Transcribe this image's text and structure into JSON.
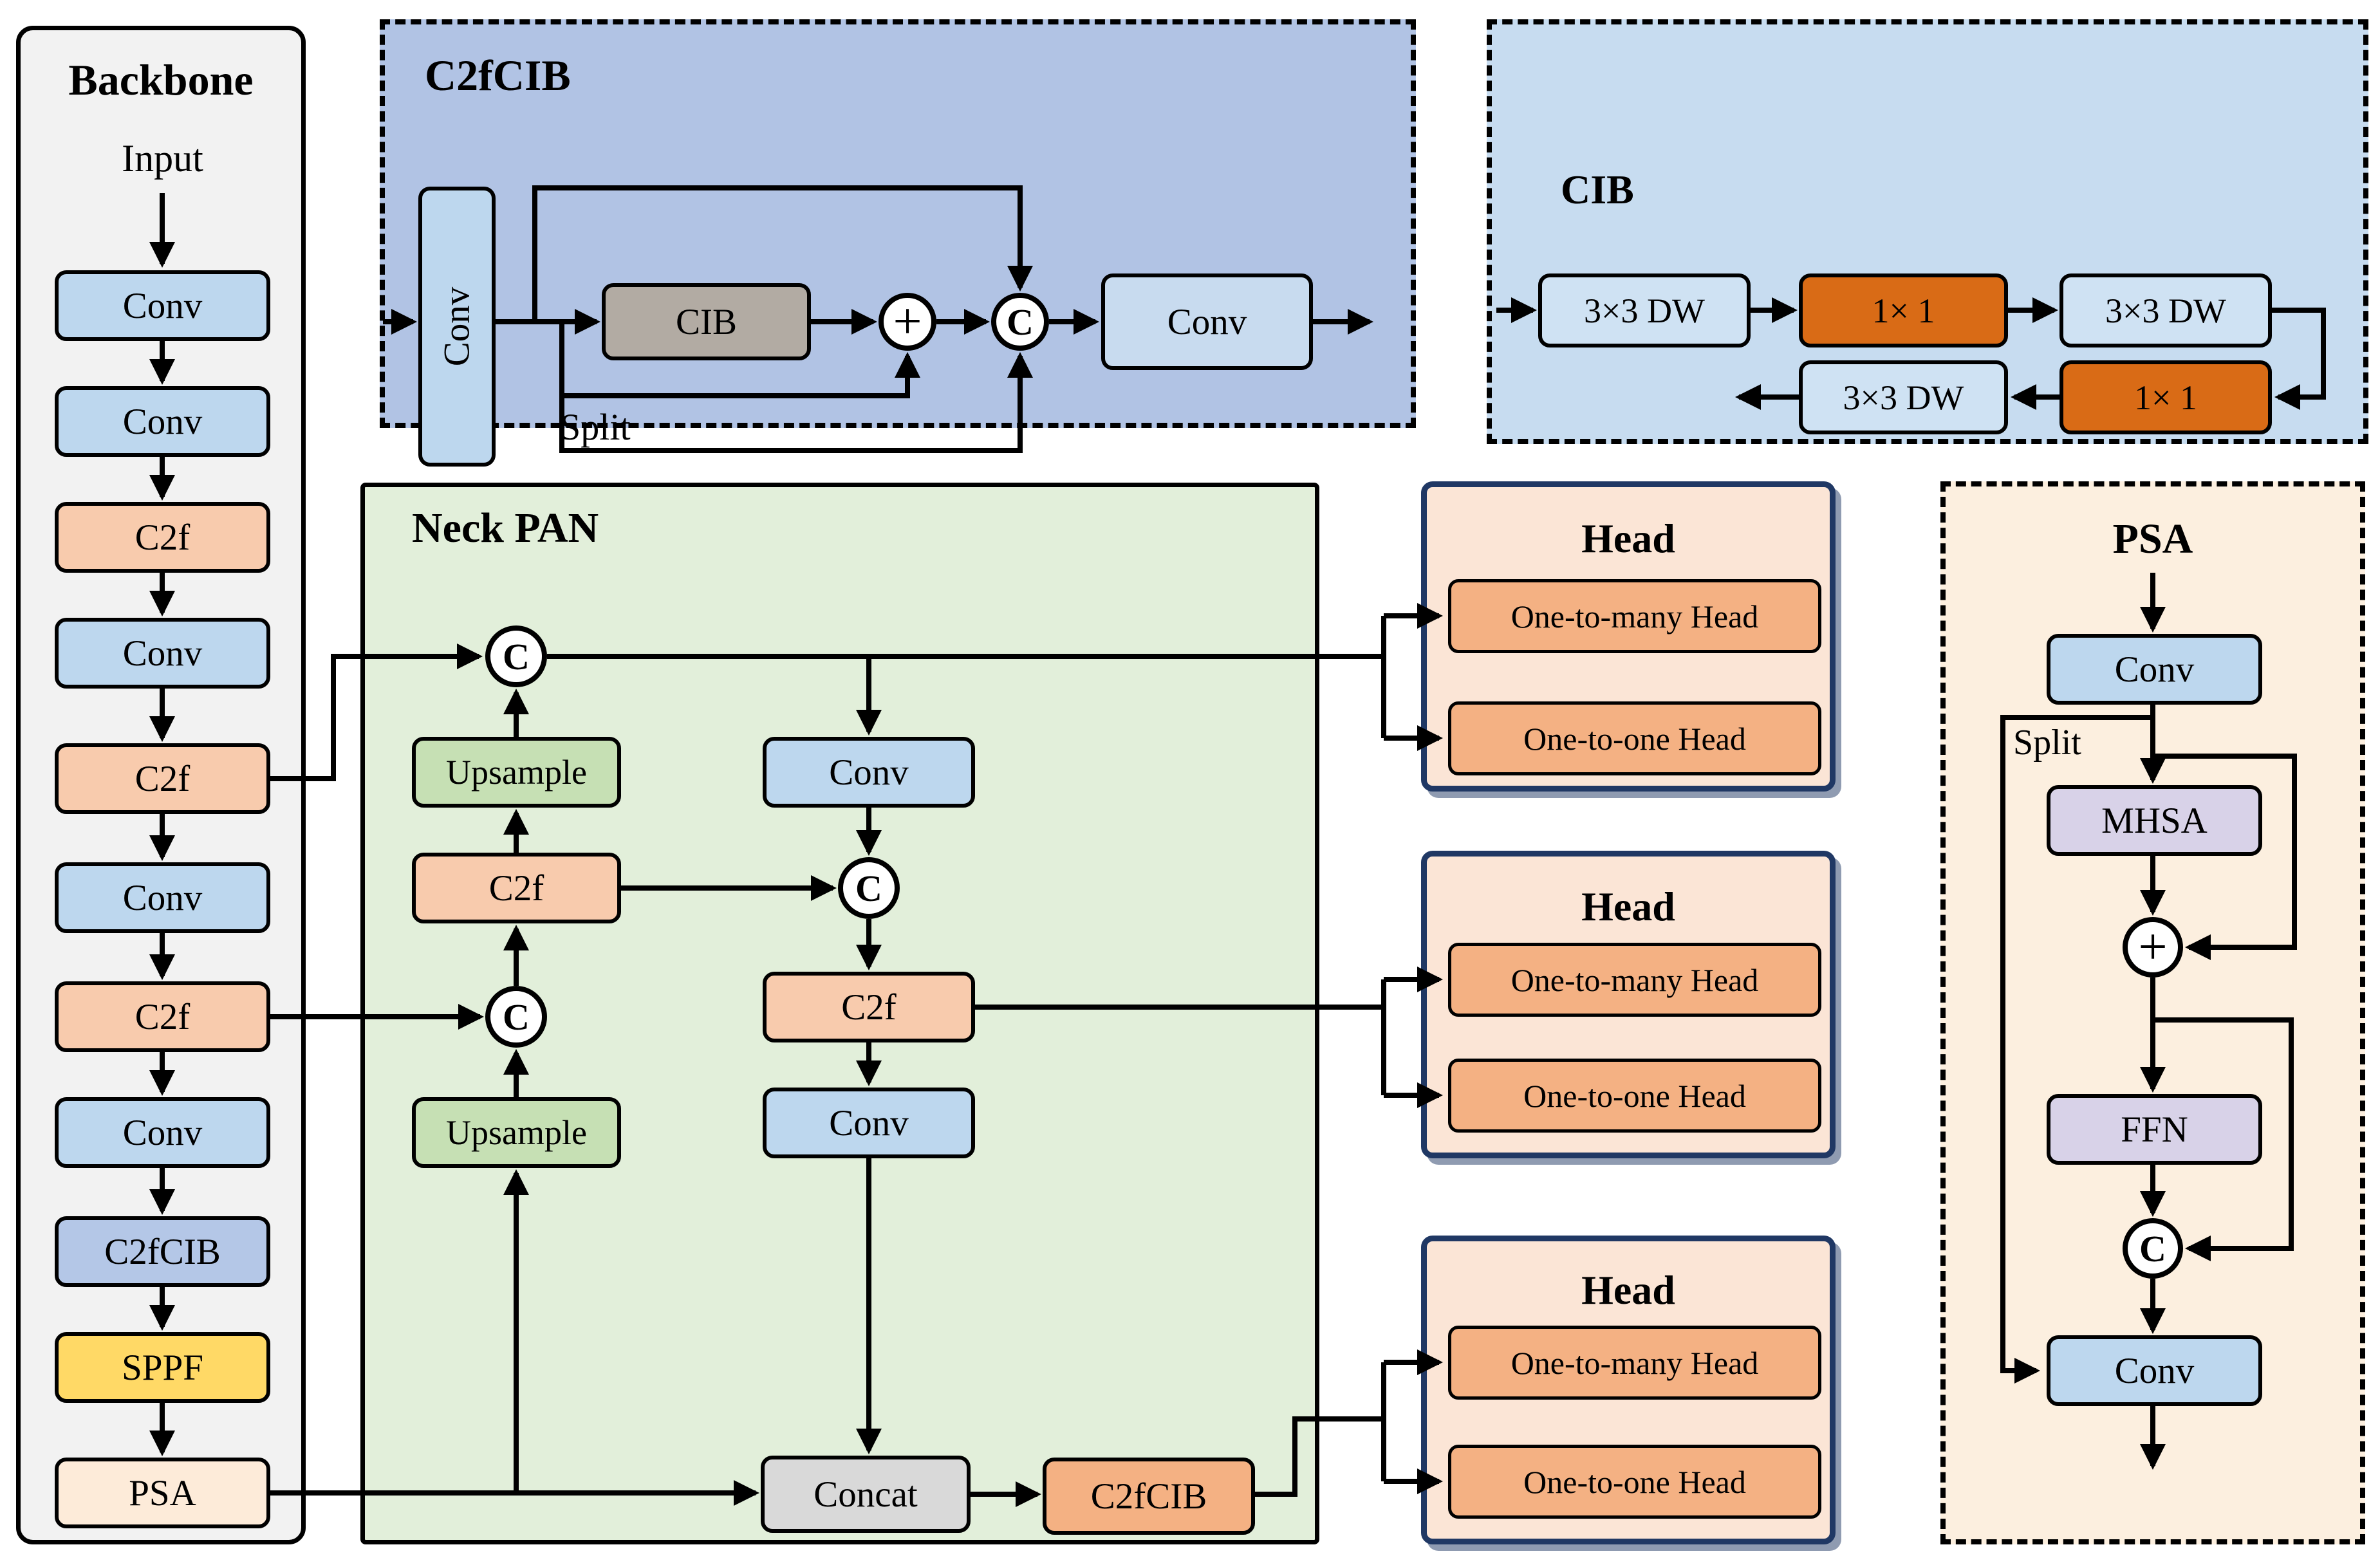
{
  "symbols": {
    "concat": "C",
    "add": "+"
  },
  "backbone": {
    "title": "Backbone",
    "input": "Input",
    "blocks": [
      {
        "label": "Conv"
      },
      {
        "label": "Conv"
      },
      {
        "label": "C2f"
      },
      {
        "label": "Conv"
      },
      {
        "label": "C2f"
      },
      {
        "label": "Conv"
      },
      {
        "label": "C2f"
      },
      {
        "label": "Conv"
      },
      {
        "label": "C2fCIB"
      },
      {
        "label": "SPPF"
      },
      {
        "label": "PSA"
      }
    ]
  },
  "c2fcib_panel": {
    "title": "C2fCIB",
    "conv_in": "Conv",
    "cib": "CIB",
    "split": "Split",
    "conv_out": "Conv"
  },
  "cib_panel": {
    "title": "CIB",
    "dw1": "3×3 DW",
    "pw1": "1× 1",
    "dw2": "3×3 DW",
    "pw2": "1× 1",
    "dw3": "3×3 DW"
  },
  "neck": {
    "title": "Neck PAN",
    "upsample_top": "Upsample",
    "c2f_left": "C2f",
    "upsample_bottom": "Upsample",
    "conv_top": "Conv",
    "c2f_mid": "C2f",
    "conv_bottom": "Conv",
    "concat": "Concat",
    "c2fcib": "C2fCIB"
  },
  "heads": [
    {
      "title": "Head",
      "one_to_many": "One-to-many Head",
      "one_to_one": "One-to-one Head"
    },
    {
      "title": "Head",
      "one_to_many": "One-to-many Head",
      "one_to_one": "One-to-one Head"
    },
    {
      "title": "Head",
      "one_to_many": "One-to-many Head",
      "one_to_one": "One-to-one Head"
    }
  ],
  "psa": {
    "title": "PSA",
    "conv_top": "Conv",
    "split": "Split",
    "mhsa": "MHSA",
    "ffn": "FFN",
    "conv_bottom": "Conv"
  },
  "colors": {
    "conv_blue": "#bdd7ee",
    "c2f_orange": "#f8cbad",
    "c2fcib_block_blue": "#b4c7e7",
    "sppf_yellow": "#ffd966",
    "psa_block_cream": "#fdebd9",
    "head_inner_orange": "#f4b183",
    "one_by_one_orange": "#d96b16",
    "head_border_navy": "#203864",
    "neck_green": "#e2efda",
    "upsample_green": "#c6e0b4",
    "concat_gray": "#d9d9d9",
    "cib_block_gray": "#b2aba3",
    "c2fcib_panel_blue": "#b1c3e4",
    "cib_panel_blue": "#c7dcf0",
    "psa_panel_cream": "#fcefdf",
    "backbone_gray": "#f2f2f2",
    "mhsa_purple": "#d8d2e8"
  }
}
